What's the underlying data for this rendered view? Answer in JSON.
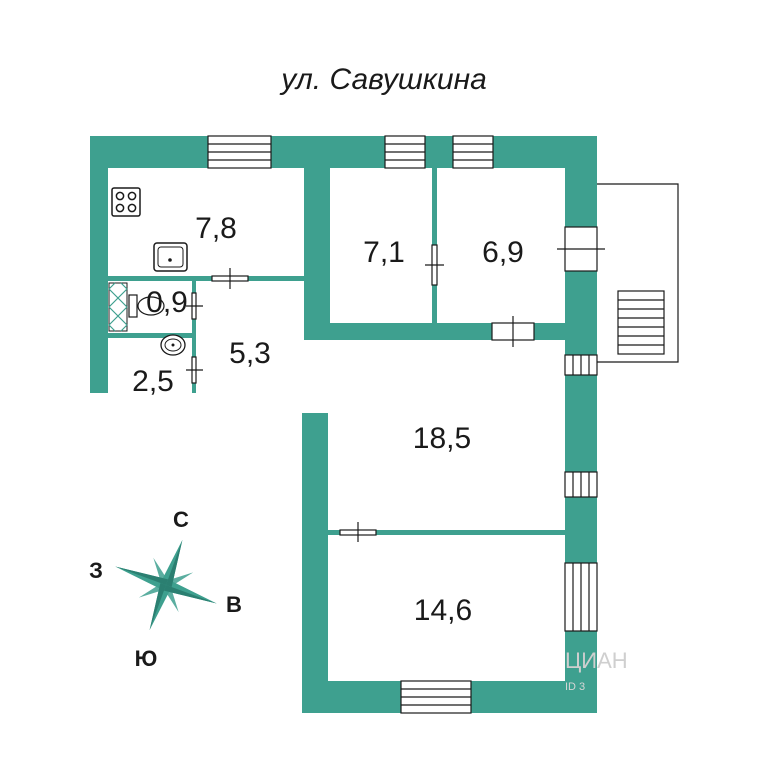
{
  "street_label": "ул. Савушкина",
  "colors": {
    "wall": "#3ea08f",
    "line": "#1a1a1a",
    "background": "#ffffff",
    "compass": "#3ea08f"
  },
  "rooms": [
    {
      "id": "kitchen",
      "area": "7,8"
    },
    {
      "id": "room-top-middle",
      "area": "7,1"
    },
    {
      "id": "room-top-right",
      "area": "6,9"
    },
    {
      "id": "toilet",
      "area": "0,9"
    },
    {
      "id": "hallway",
      "area": "5,3"
    },
    {
      "id": "bathroom",
      "area": "2,5"
    },
    {
      "id": "living-room",
      "area": "18,5"
    },
    {
      "id": "room-bottom",
      "area": "14,6"
    }
  ],
  "compass": {
    "north": "С",
    "west": "З",
    "east": "В",
    "south": "Ю"
  },
  "icons": [
    "stove-icon",
    "sink-icon",
    "toilet-icon",
    "washbasin-icon",
    "stairs-icon",
    "compass-rose-icon"
  ],
  "watermark": {
    "main": "ЦИАН",
    "sub": "ID 3"
  }
}
